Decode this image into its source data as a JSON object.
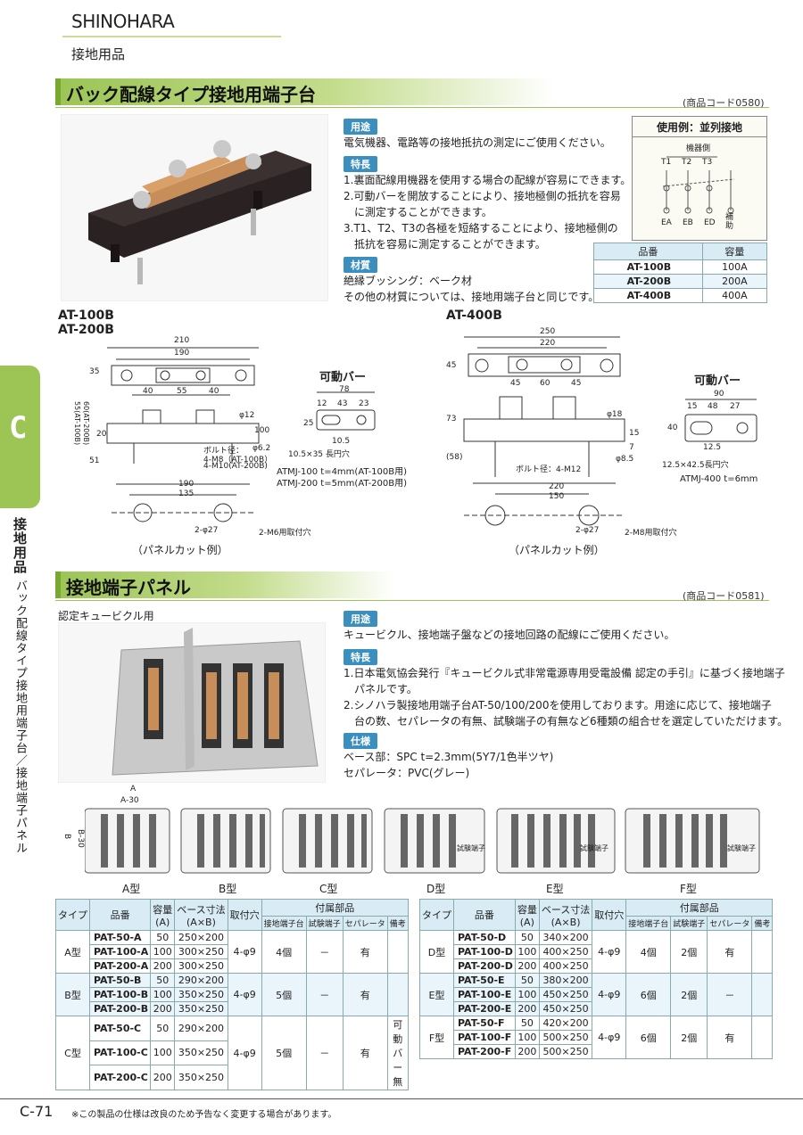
{
  "brand": "SHINOHARA",
  "category": "接地用品",
  "section1": {
    "title": "バック配線タイプ接地用端子台",
    "code": "(商品コード0580)",
    "usage_tag": "用途",
    "usage": "電気機器、電路等の接地抵抗の測定にご使用ください。",
    "features_tag": "特長",
    "features": [
      "1.裏面配線用機器を使用する場合の配線が容易にできます。",
      "2.可動バーを開放することにより、接地極側の抵抗を容易",
      "　に測定することができます。",
      "3.T1、T2、T3の各極を短絡することにより、接地極側の",
      "　抵抗を容易に測定することができます。"
    ],
    "material_tag": "材質",
    "material": [
      "絶縁ブッシング：ベーク材",
      "その他の材質については、接地用端子台と同じです。"
    ],
    "example_title": "使用例：並列接地",
    "example_top": "機器側",
    "example_t": [
      "T1",
      "T2",
      "T3"
    ],
    "example_e": [
      "EA",
      "EB",
      "ED",
      "補助"
    ],
    "spec_headers": [
      "品番",
      "容量"
    ],
    "spec_rows": [
      {
        "model": "AT-100B",
        "cap": "100A"
      },
      {
        "model": "AT-200B",
        "cap": "200A"
      },
      {
        "model": "AT-400B",
        "cap": "400A"
      }
    ]
  },
  "diagrams": {
    "left_title1": "AT-100B",
    "left_title2": "AT-200B",
    "right_title": "AT-400B",
    "left_dims": [
      "210",
      "190",
      "40",
      "55",
      "40",
      "35",
      "20",
      "51",
      "φ12",
      "φ6.2",
      "100",
      "55(AT-100B)",
      "60(AT-200B)"
    ],
    "left_bolt": [
      "ボルト径：",
      "4-M8（AT-100B）",
      "4-M10(AT-200B)"
    ],
    "left_panel": [
      "190",
      "135",
      "2-φ27",
      "2-M6用取付穴"
    ],
    "panel_cut": "（パネルカット例）",
    "movable_bar": "可動バー",
    "bar_left_dims": [
      "78",
      "12",
      "43",
      "23",
      "25",
      "10.5",
      "10.5×35 長円穴"
    ],
    "bar_left_notes": [
      "ATMJ-100  t=4mm(AT-100B用)",
      "ATMJ-200  t=5mm(AT-200B用)"
    ],
    "right_dims": [
      "250",
      "220",
      "45",
      "60",
      "45",
      "45",
      "73",
      "(58)",
      "φ18",
      "15",
      "7",
      "φ8.5"
    ],
    "right_bolt": "ボルト径：4-M12",
    "right_panel": [
      "220",
      "150",
      "2-φ27",
      "2-M8用取付穴"
    ],
    "bar_right_dims": [
      "90",
      "15",
      "48",
      "27",
      "40",
      "12.5",
      "12.5×42.5長円穴"
    ],
    "bar_right_note": "ATMJ-400  t=6mm"
  },
  "section2": {
    "title": "接地端子パネル",
    "code": "(商品コード0581)",
    "subtitle": "認定キュービクル用",
    "usage_tag": "用途",
    "usage": "キュービクル、接地端子盤などの接地回路の配線にご使用ください。",
    "features_tag": "特長",
    "features": [
      "1.日本電気協会発行『キュービクル式非常電源専用受電設備 認定の手引』に基づく接地端子",
      "　パネルです。",
      "2.シノハラ製接地用端子台AT-50/100/200を使用しております。用途に応じて、接地端子",
      "　台の数、セパレータの有無、試験端子の有無など6種類の組合せを選定していただけます。"
    ],
    "spec_tag": "仕様",
    "spec": [
      "ベース部：SPC t=2.3mm(5Y7/1色半ツヤ)",
      "セパレータ：PVC(グレー)"
    ],
    "dim_labels": [
      "A",
      "A-30",
      "B",
      "B-30"
    ],
    "test_terminal": "試験端子",
    "types": [
      "A型",
      "B型",
      "C型",
      "D型",
      "E型",
      "F型"
    ]
  },
  "table": {
    "headers": [
      "タイプ",
      "品番",
      "容量(A)",
      "ベース寸法(A×B)",
      "取付穴",
      "付属部品",
      "接地端子台",
      "試験端子",
      "セパレータ",
      "備考"
    ],
    "cap_head": [
      "容量",
      "(A)"
    ],
    "base_head": [
      "ベース寸法",
      "(A×B)"
    ],
    "left": [
      {
        "type": "A型",
        "hole": "4-φ9",
        "gnd": "4個",
        "test": "－",
        "sep": "有",
        "note": "",
        "rows": [
          [
            "PAT-50-A",
            "50",
            "250×200"
          ],
          [
            "PAT-100-A",
            "100",
            "300×250"
          ],
          [
            "PAT-200-A",
            "200",
            "300×250"
          ]
        ]
      },
      {
        "type": "B型",
        "hole": "4-φ9",
        "gnd": "5個",
        "test": "－",
        "sep": "有",
        "note": "",
        "rows": [
          [
            "PAT-50-B",
            "50",
            "290×200"
          ],
          [
            "PAT-100-B",
            "100",
            "350×250"
          ],
          [
            "PAT-200-B",
            "200",
            "350×250"
          ]
        ]
      },
      {
        "type": "C型",
        "hole": "4-φ9",
        "gnd": "5個",
        "test": "－",
        "sep": "有",
        "note": "可動バー無",
        "rows": [
          [
            "PAT-50-C",
            "50",
            "290×200"
          ],
          [
            "PAT-100-C",
            "100",
            "350×250"
          ],
          [
            "PAT-200-C",
            "200",
            "350×250"
          ]
        ]
      }
    ],
    "right": [
      {
        "type": "D型",
        "hole": "4-φ9",
        "gnd": "4個",
        "test": "2個",
        "sep": "有",
        "note": "",
        "rows": [
          [
            "PAT-50-D",
            "50",
            "340×200"
          ],
          [
            "PAT-100-D",
            "100",
            "400×250"
          ],
          [
            "PAT-200-D",
            "200",
            "400×250"
          ]
        ]
      },
      {
        "type": "E型",
        "hole": "4-φ9",
        "gnd": "6個",
        "test": "2個",
        "sep": "－",
        "note": "",
        "rows": [
          [
            "PAT-50-E",
            "50",
            "380×200"
          ],
          [
            "PAT-100-E",
            "100",
            "450×250"
          ],
          [
            "PAT-200-E",
            "200",
            "450×250"
          ]
        ]
      },
      {
        "type": "F型",
        "hole": "4-φ9",
        "gnd": "6個",
        "test": "2個",
        "sep": "有",
        "note": "",
        "rows": [
          [
            "PAT-50-F",
            "50",
            "420×200"
          ],
          [
            "PAT-100-F",
            "100",
            "500×250"
          ],
          [
            "PAT-200-F",
            "200",
            "500×250"
          ]
        ]
      }
    ]
  },
  "side": {
    "letter": "C",
    "label": "接地用品",
    "sub": "バック配線タイプ接地用端子台／接地端子パネル"
  },
  "footer": {
    "page": "C-71",
    "note": "※この製品の仕様は改良のため予告なく変更する場合があります。"
  }
}
